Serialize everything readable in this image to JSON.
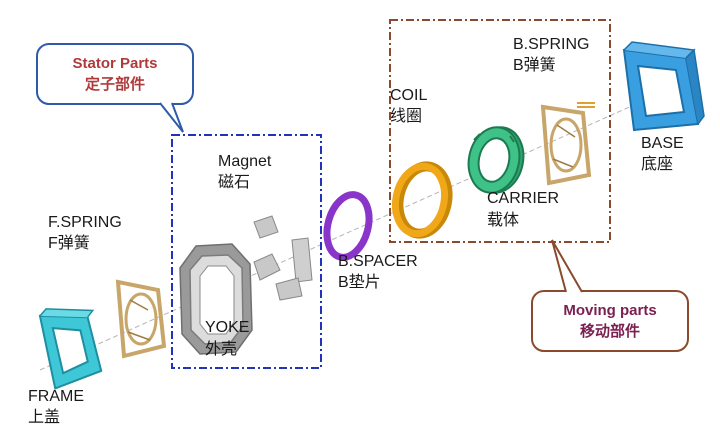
{
  "callouts": {
    "stator": {
      "title_en": "Stator Parts",
      "title_zh": "定子部件",
      "color": "#b03a3a",
      "border": "#2f5aa8"
    },
    "moving": {
      "title_en": "Moving parts",
      "title_zh": "移动部件",
      "color": "#7a1f4f",
      "border": "#8b4a2b"
    }
  },
  "labels": {
    "magnet": {
      "en": "Magnet",
      "zh": "磁石"
    },
    "fspring": {
      "en": "F.SPRING",
      "zh": "F弹簧"
    },
    "yoke": {
      "en": "YOKE",
      "zh": "外壳"
    },
    "frame": {
      "en": "FRAME",
      "zh": "上盖"
    },
    "bspacer": {
      "en": "B.SPACER",
      "zh": "B垫片"
    },
    "coil": {
      "en": "COIL",
      "zh": "线圈"
    },
    "carrier": {
      "en": "CARRIER",
      "zh": "载体"
    },
    "bspring": {
      "en": "B.SPRING",
      "zh": "B弹簧"
    },
    "base": {
      "en": "BASE",
      "zh": "底座"
    }
  },
  "colors": {
    "frame": "#3ec7d6",
    "fspring": "#c8a66a",
    "yoke": "#9a9a9a",
    "magnet": "#c8c8c8",
    "bspacer": "#8a35c9",
    "coil": "#f0a818",
    "carrier": "#3fc288",
    "bspring": "#c8a66a",
    "base": "#3a9fe0",
    "stator_box": "#2233bb",
    "moving_box": "#8b4a2b"
  }
}
